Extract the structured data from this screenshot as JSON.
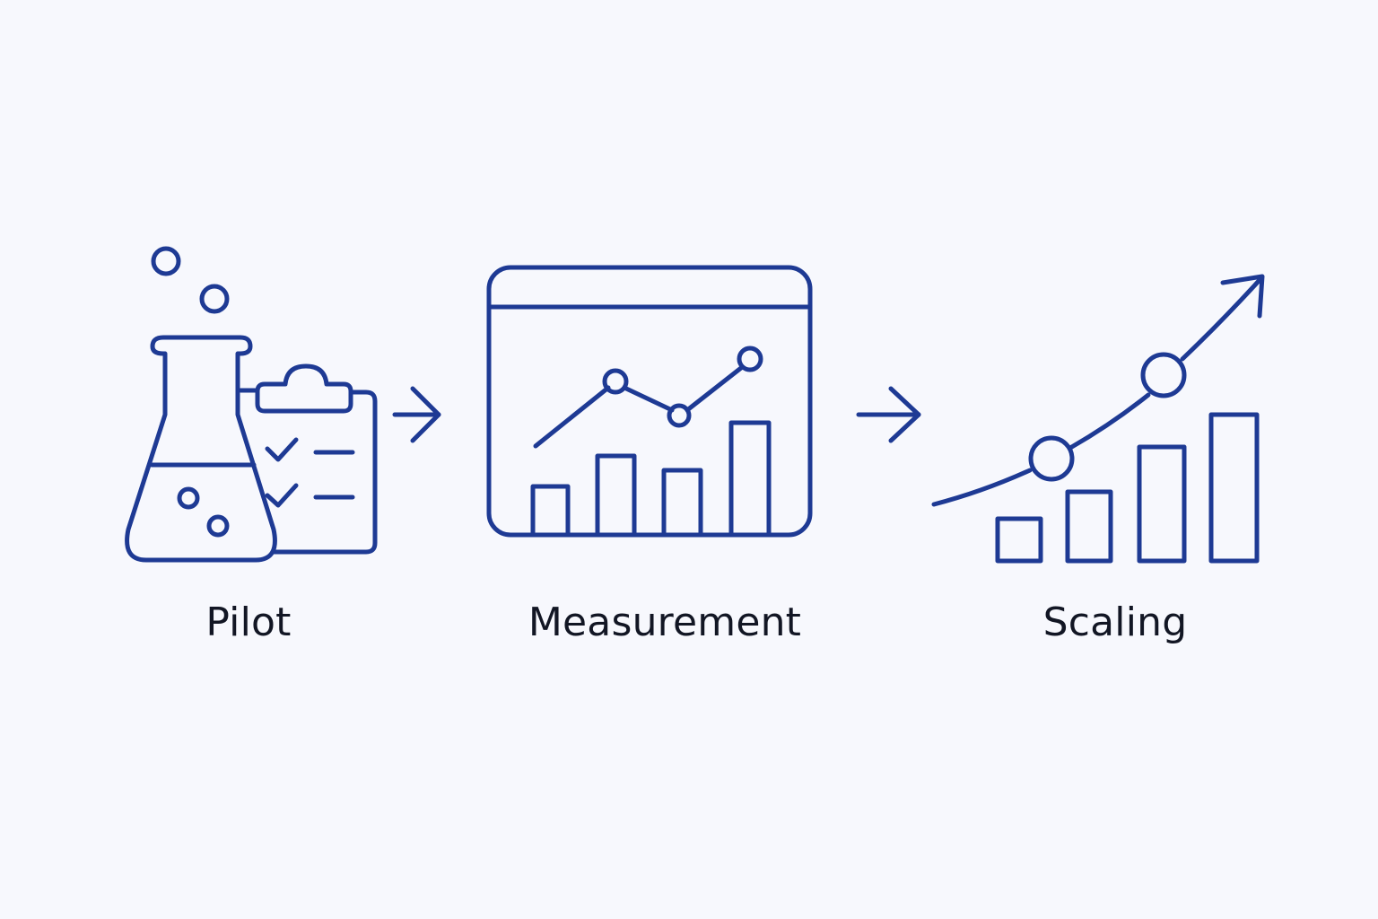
{
  "colors": {
    "background": "#f7f8fd",
    "stroke": "#1e3a94",
    "text": "#121624"
  },
  "steps": [
    {
      "label": "Pilot",
      "icon": "flask-clipboard-icon"
    },
    {
      "label": "Measurement",
      "icon": "dashboard-chart-icon"
    },
    {
      "label": "Scaling",
      "icon": "growth-chart-icon"
    }
  ],
  "connectors": [
    {
      "icon": "arrow-right-icon",
      "from": "Pilot",
      "to": "Measurement"
    },
    {
      "icon": "arrow-right-icon",
      "from": "Measurement",
      "to": "Scaling"
    }
  ]
}
